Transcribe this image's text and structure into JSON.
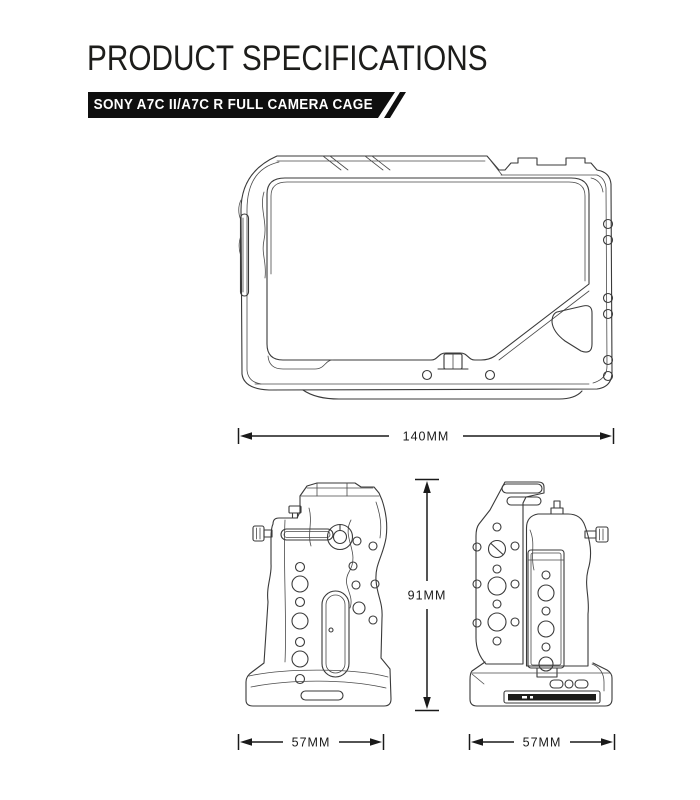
{
  "header": {
    "title": "PRODUCT SPECIFICATIONS",
    "banner": "SONY A7C II/A7C R FULL CAMERA CAGE"
  },
  "dimensions": {
    "width": "140MM",
    "height": "91MM",
    "depth_left": "57MM",
    "depth_right": "57MM"
  },
  "colors": {
    "background": "#ffffff",
    "ink": "#1d1d1b",
    "line_art": "#3a3a3a",
    "banner_bg": "#0f0f0f",
    "banner_text": "#ffffff"
  }
}
